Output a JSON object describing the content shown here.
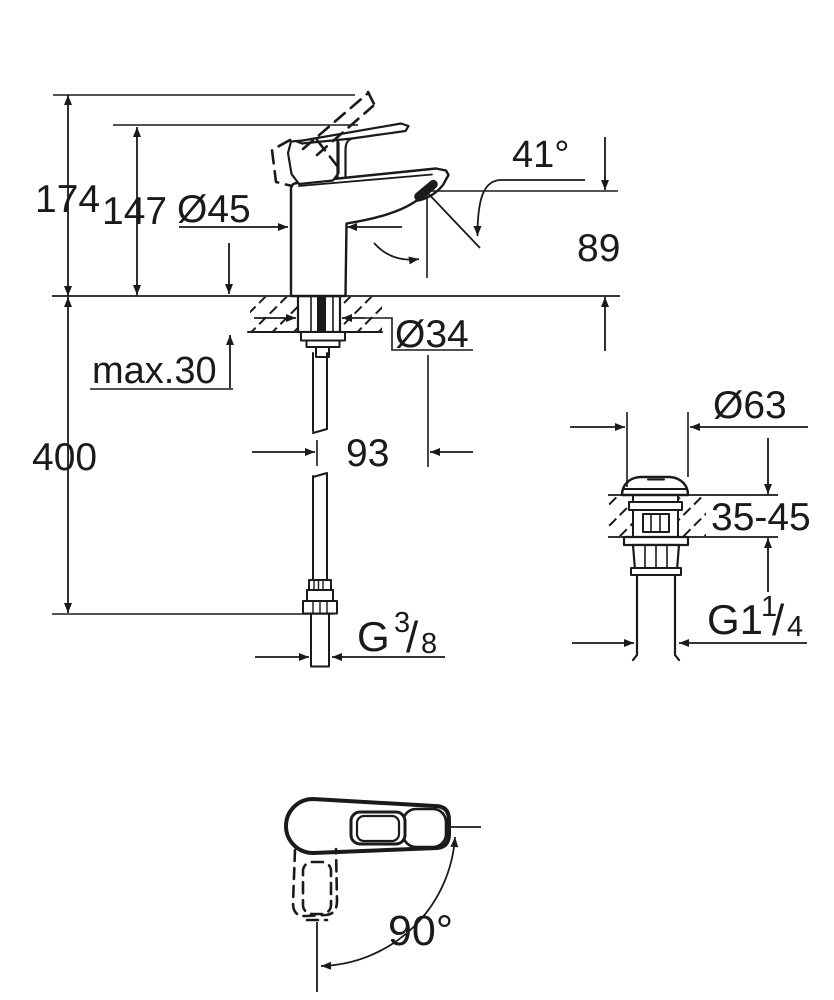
{
  "style": {
    "ink": "#1a1a1a",
    "paper": "#ffffff"
  },
  "labels": {
    "overall_height": "174",
    "lever_height": "147",
    "body_diameter": "Ø45",
    "spout_angle": "41°",
    "spout_outlet_height": "89",
    "max_deck_thickness": "max.30",
    "mounting_hole_diameter": "Ø34",
    "supply_hose_length": "400",
    "spout_reach": "93",
    "waste_flange_diameter": "Ø63",
    "waste_deck_thickness_range": "35-45",
    "handle_swing_angle": "90°",
    "supply_thread": {
      "prefix": "G",
      "numerator": "3",
      "slash": "/",
      "denominator": "8"
    },
    "waste_thread": {
      "prefix": "G1",
      "numerator": "1",
      "slash": "/",
      "denominator": "4"
    }
  }
}
